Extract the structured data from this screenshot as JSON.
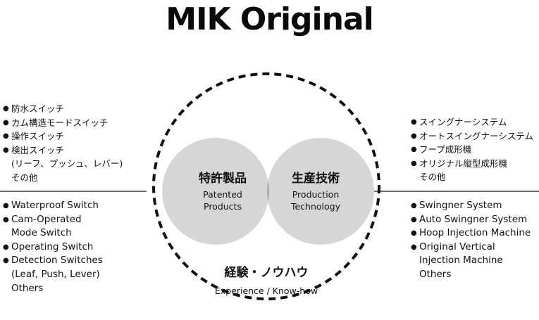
{
  "title": "MIK Original",
  "left_jp": [
    "防水スイッチ",
    "カム構造モードスイッチ",
    "操作スイッチ",
    "検出スイッチ"
  ],
  "left_jp_extra": [
    "(リーフ、プッシュ、レバー)",
    "その他"
  ],
  "left_en": [
    "Waterproof Switch",
    "Cam-Operated",
    "Operating Switch",
    "Detection Switches"
  ],
  "left_en_cont": {
    "cam": "Mode Switch",
    "detect": "(Leaf, Push, Lever)",
    "others": "Others"
  },
  "right_jp": [
    "スイングナーシステム",
    "オートスイングナーシステム",
    "フープ成形機",
    "オリジナル縦型成形機"
  ],
  "right_jp_extra": "その他",
  "right_en": [
    "Swingner System",
    "Auto Swingner System",
    "Hoop Injection Machine",
    "Original Vertical"
  ],
  "right_en_cont": {
    "vertical": "Injection Machine",
    "others": "Others"
  },
  "circles": {
    "left": {
      "jp": "特許製品",
      "en1": "Patented",
      "en2": "Products"
    },
    "right": {
      "jp": "生産技術",
      "en1": "Production",
      "en2": "Technology"
    },
    "outer": {
      "jp": "経験・ノウハウ",
      "en": "Experience / Know-how"
    }
  },
  "colors": {
    "circle_fill": "#d6d6d6",
    "overlap_fill": "#a9a9a9",
    "line": "#111111"
  }
}
